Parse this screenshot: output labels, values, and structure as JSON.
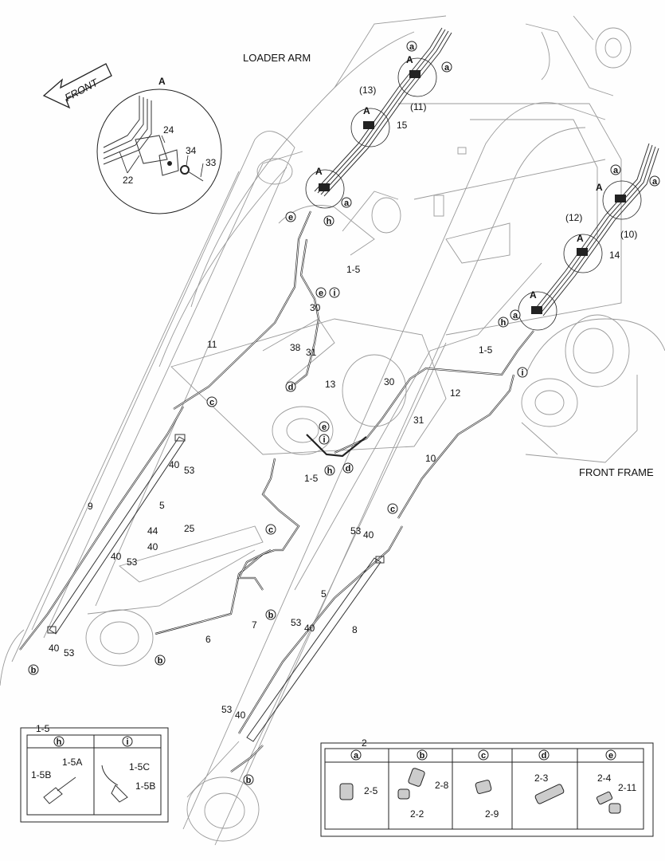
{
  "headings": {
    "loader_arm": "LOADER ARM",
    "front_frame": "FRONT FRAME",
    "front_arrow": "FRONT"
  },
  "detail_a": {
    "title": "A",
    "parts": [
      "24",
      "34",
      "33",
      "22"
    ]
  },
  "callouts": {
    "p1_5a": "1-5",
    "p1_5b": "1-5",
    "p1_5c": "1-5",
    "p5a": "5",
    "p5b": "5",
    "p6": "6",
    "p7": "7",
    "p8": "8",
    "p9": "9",
    "p10": "10",
    "p10p": "(10)",
    "p11": "11",
    "p11p": "(11)",
    "p12": "12",
    "p12p": "(12)",
    "p13": "13",
    "p13p": "(13)",
    "p14": "14",
    "p15": "15",
    "p25": "25",
    "p30a": "30",
    "p30b": "30",
    "p31a": "31",
    "p31b": "31",
    "p38": "38",
    "p40a": "40",
    "p40b": "40",
    "p40c": "40",
    "p40d": "40",
    "p40e": "40",
    "p40f": "40",
    "p40g": "40",
    "p53a": "53",
    "p53b": "53",
    "p53c": "53",
    "p53d": "53",
    "p53e": "53",
    "p53f": "53",
    "p44": "44",
    "a1": "A",
    "a2": "A",
    "a3": "A",
    "a4": "A",
    "a5": "A",
    "a6": "A"
  },
  "circle_letters": {
    "a": "a",
    "b": "b",
    "c": "c",
    "d": "d",
    "e": "e",
    "h": "h",
    "i": "i"
  },
  "legend_1_5": {
    "title": "1-5",
    "cells": [
      {
        "letter": "h",
        "parts": [
          "1-5A",
          "1-5B"
        ]
      },
      {
        "letter": "i",
        "parts": [
          "1-5C",
          "1-5B"
        ]
      }
    ]
  },
  "legend_2": {
    "title": "2",
    "cells": [
      {
        "letter": "a",
        "parts": [
          "2-5"
        ]
      },
      {
        "letter": "b",
        "parts": [
          "2-8",
          "2-2"
        ]
      },
      {
        "letter": "c",
        "parts": [
          "2-9"
        ]
      },
      {
        "letter": "d",
        "parts": [
          "2-3"
        ]
      },
      {
        "letter": "e",
        "parts": [
          "2-4",
          "2-11"
        ]
      }
    ]
  }
}
